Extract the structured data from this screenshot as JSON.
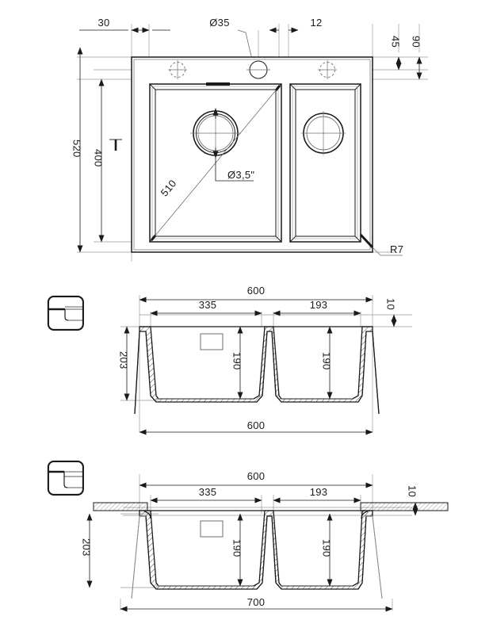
{
  "document": {
    "kind": "technical-drawing",
    "subject": "Double bowl kitchen sink — dimensional drawing",
    "units": "mm",
    "background_color": "#ffffff",
    "line_color": "#1a1a1a",
    "thin_line_color": "#8a8a8a"
  },
  "views": [
    {
      "id": "top-view",
      "name": "Top view",
      "dimensions": {
        "top": [
          {
            "id": "d-30",
            "label": "30"
          },
          {
            "id": "d-o35",
            "label": "Ø35"
          },
          {
            "id": "d-12",
            "label": "12"
          },
          {
            "id": "d-45",
            "label": "45"
          },
          {
            "id": "d-90",
            "label": "90"
          }
        ],
        "left": [
          {
            "id": "d-520",
            "label": "520"
          },
          {
            "id": "d-400",
            "label": "400"
          }
        ],
        "internal": [
          {
            "id": "d-510",
            "label": "510"
          },
          {
            "id": "d-o35in",
            "label": "Ø3,5\""
          },
          {
            "id": "d-r7",
            "label": "R7"
          }
        ]
      },
      "features": {
        "tap_hole_left": "tap-hole-dashed",
        "tap_hole_right": "tap-hole-dashed",
        "faucet_hole_center": "faucet-hole-35",
        "overflow_slot": "overflow-slot",
        "drain_large": "drain-ring-large",
        "drain_small": "drain-ring-small"
      }
    },
    {
      "id": "section-flushmount",
      "name": "Flush mount section",
      "icon": "flush-mount-icon",
      "dimensions": {
        "top_overall": "600",
        "bowl_left": "335",
        "bowl_right": "193",
        "depth_left": "190",
        "depth_right": "190",
        "height_left": "203",
        "rim_thickness": "10",
        "bottom_overall": "600"
      }
    },
    {
      "id": "section-undermount",
      "name": "Undermount section",
      "icon": "under-mount-icon",
      "dimensions": {
        "top_overall": "600",
        "bowl_left": "335",
        "bowl_right": "193",
        "depth_left": "190",
        "depth_right": "190",
        "height_left": "203",
        "rim_thickness": "10",
        "bottom_overall": "700"
      }
    }
  ]
}
